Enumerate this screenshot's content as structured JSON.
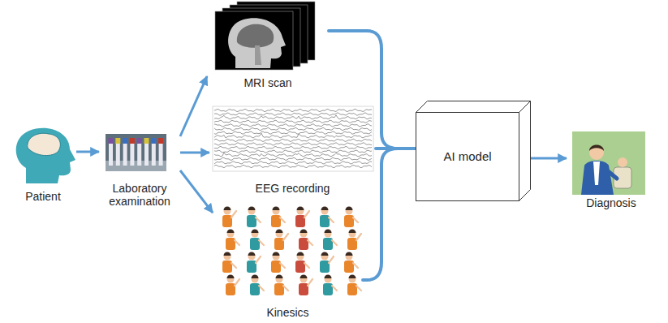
{
  "diagram": {
    "nodes": [
      {
        "text": [
          "Patient"
        ]
      },
      {
        "text": [
          "Laboratory examination"
        ]
      },
      {
        "text": [
          "MRI scan"
        ]
      },
      {
        "text": [
          "EEG recording"
        ]
      },
      {
        "text": [
          "Kinesics"
        ]
      },
      {
        "text": [
          "AI model"
        ]
      },
      {
        "text": [
          "Diagnosis"
        ]
      }
    ],
    "edges": [
      {
        "from": 0,
        "to": 1,
        "arrow": "to"
      },
      {
        "from": 1,
        "to": 2,
        "arrow": "to"
      },
      {
        "from": 1,
        "to": 3,
        "arrow": "to"
      },
      {
        "from": 1,
        "to": 4,
        "arrow": "to"
      },
      {
        "from": 2,
        "to": 5,
        "arrow": "none"
      },
      {
        "from": 3,
        "to": 5,
        "arrow": "none"
      },
      {
        "from": 4,
        "to": 5,
        "arrow": "none"
      },
      {
        "from": 5,
        "to": 6,
        "arrow": "to"
      }
    ]
  }
}
